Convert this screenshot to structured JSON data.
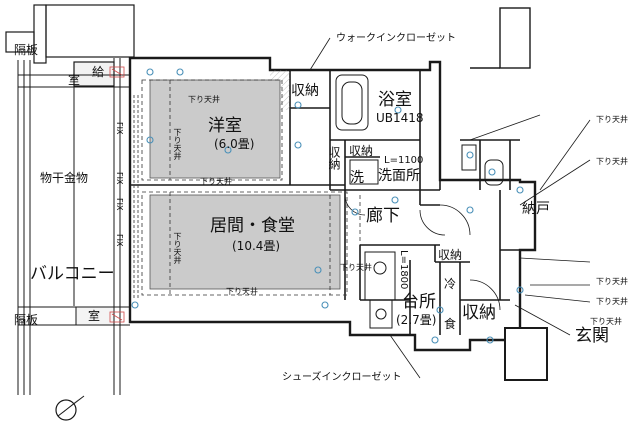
{
  "rooms": {
    "western": {
      "name": "洋室",
      "size": "(6.0畳)"
    },
    "living": {
      "name": "居間・食堂",
      "size": "(10.4畳)"
    },
    "storage_top": "収納",
    "bathroom": {
      "name": "浴室",
      "unit": "UB1418"
    },
    "storage_small": "収納",
    "storage_side": "収納",
    "washroom": {
      "dim": "L=1100",
      "name": "洗面所",
      "wash": "洗"
    },
    "corridor": "廊下",
    "closet": "納戸",
    "kitchen": {
      "name": "台所",
      "size": "(2.7畳)",
      "storage_top": "収納",
      "dim": "L=1800",
      "cold": "冷",
      "food": "食"
    },
    "storage_entry": "収納",
    "entrance": "玄関"
  },
  "labels": {
    "walk_in_closet": "ウォークインクローゼット",
    "shoes_in_closet": "シューズインクローゼット",
    "partition_top": "隔板",
    "partition_bottom": "隔板",
    "room_top": "室",
    "supply": "給",
    "room_bottom": "室",
    "drying_hardware": "物干金物",
    "balcony": "バルコニー",
    "down_ceiling": "下り天井"
  },
  "fix_labels": [
    "FIX",
    "FIX",
    "FIX",
    "FIX"
  ],
  "colors": {
    "room_fill": "#cbcbcb",
    "line": "#1a1a1a",
    "fixture": "#4a90b8",
    "hatch": "#d04a4a"
  }
}
